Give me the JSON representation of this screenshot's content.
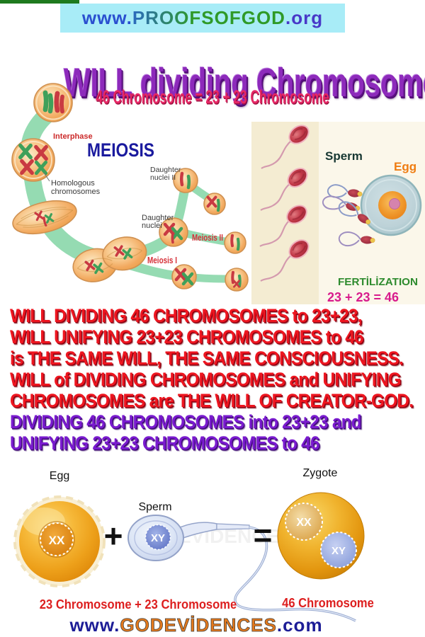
{
  "banner": {
    "prefix": "www.",
    "domain": "PROOFSOFGOD",
    "tld": ".org"
  },
  "title": "WILL dividing Chromosomes",
  "subtitle": "46 Chromosome = 23 + 23 Chromosome",
  "diagram": {
    "heading": "MEIOSIS",
    "interphase": "Interphase",
    "homologous_line1": "Homologous",
    "homologous_line2": "chromosomes",
    "daughter2_line1": "Daughter",
    "daughter2_line2": "nuclei II",
    "daughter1_line1": "Daughter",
    "daughter1_line2": "nuclei",
    "meiosis1": "Meiosis I",
    "meiosis2": "Meiosis II",
    "sperm": "Sperm",
    "egg": "Egg",
    "fertilization": "FERTİLİZATION",
    "equation": "23 + 23 = 46"
  },
  "statement": {
    "lines": [
      {
        "text": "WILL DIVIDING 46 CHROMOSOMES to 23+23,",
        "color": "red"
      },
      {
        "text": "WILL UNIFYING 23+23 CHROMOSOMES to 46",
        "color": "red"
      },
      {
        "text": "is THE SAME WILL, THE SAME CONSCIOUSNESS.",
        "color": "red"
      },
      {
        "text": "WILL of DIVIDING CHROMOSOMES and UNIFYING",
        "color": "red"
      },
      {
        "text": "CHROMOSOMES are THE WILL OF CREATOR-GOD.",
        "color": "red"
      },
      {
        "text": "DIVIDING 46 CHROMOSOMES into 23+23 and",
        "color": "purple"
      },
      {
        "text": "UNIFYING 23+23 CHROMOSOMES to 46",
        "color": "purple"
      }
    ]
  },
  "bottom": {
    "egg_label": "Egg",
    "sperm_label": "Sperm",
    "zygote_label": "Zygote",
    "plus": "+",
    "equals": "=",
    "xx": "XX",
    "xy": "XY",
    "caption_left": "23 Chromosome + 23 Chromosome",
    "caption_right": "46 Chromosome"
  },
  "footer": {
    "prefix": "www.",
    "domain": "GODEVİDENCES",
    "tld": ".com"
  },
  "colors": {
    "banner_bg": "#a8ecf7",
    "title_purple": "#8d2abb",
    "subtitle_pink": "#e62865",
    "statement_red": "#ee1620",
    "statement_purple": "#7a1bcf",
    "fertilization_green": "#2e8b2e",
    "equation_magenta": "#d81b8c",
    "egg_orange": "#ef7d12",
    "meiosis_navy": "#1a1a9e",
    "caption_red": "#dd1f1f",
    "footer_navy": "#1c1c96",
    "footer_orange": "#e5791c",
    "band_green": "#8fd9ae"
  }
}
